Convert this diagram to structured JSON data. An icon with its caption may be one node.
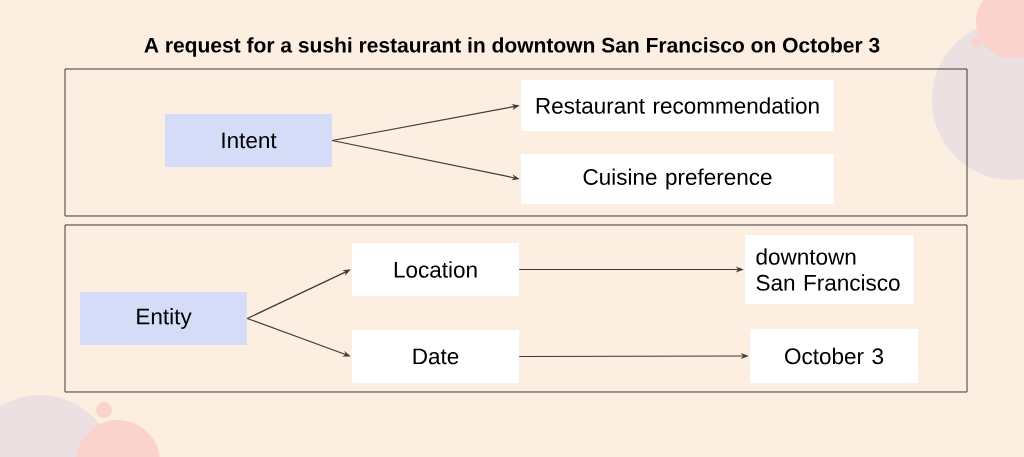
{
  "diagram": {
    "title": "A request for a sushi restaurant in downtown San Francisco on October 3",
    "nodes": [
      {
        "text": [],
        "shape": "box"
      },
      {
        "text": [
          "Intent"
        ],
        "in": 0
      },
      {
        "text": [
          "Restaurant recommendation"
        ],
        "in": 0
      },
      {
        "text": [
          "Cuisine preference"
        ],
        "in": 0
      },
      {
        "text": [],
        "shape": "box"
      },
      {
        "text": [
          "Entity"
        ],
        "in": 4
      },
      {
        "text": [
          "Location"
        ],
        "in": 4
      },
      {
        "text": [
          "Date"
        ],
        "in": 4
      },
      {
        "text": [
          "downtown San Francisco"
        ],
        "in": 4
      },
      {
        "text": [
          "October 3"
        ],
        "in": 4
      }
    ],
    "edges": [
      {
        "from": 1,
        "to": 2,
        "arrow": "to"
      },
      {
        "from": 1,
        "to": 3,
        "arrow": "to"
      },
      {
        "from": 5,
        "to": 6,
        "arrow": "to"
      },
      {
        "from": 5,
        "to": 7,
        "arrow": "to"
      },
      {
        "from": 6,
        "to": 8,
        "arrow": "to"
      },
      {
        "from": 7,
        "to": 9,
        "arrow": "to"
      }
    ]
  }
}
